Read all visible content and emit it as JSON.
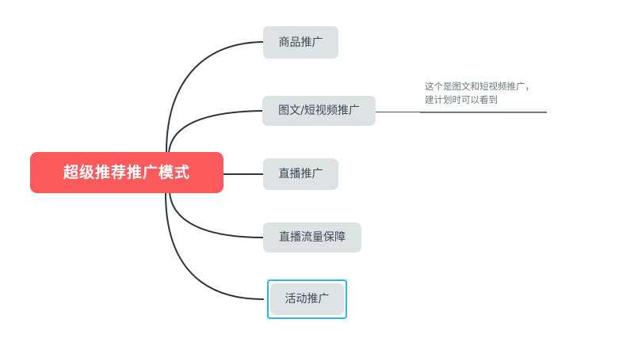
{
  "diagram": {
    "type": "mindmap",
    "title_node": {
      "label": "超级推荐推广模式",
      "color": "#fa5a5c",
      "text_color": "#ffffff"
    },
    "branch_style": {
      "node_fill": "#dde2e5",
      "node_text_color": "#3c4a53",
      "edge_color": "#2b3440",
      "selection_color": "#29b6f0"
    },
    "branches": [
      {
        "label": "商品推广",
        "selected": false
      },
      {
        "label": "图文/短视频推广",
        "selected": false
      },
      {
        "label": "直播推广",
        "selected": false
      },
      {
        "label": "直播流量保障",
        "selected": false
      },
      {
        "label": "活动推广",
        "selected": true
      }
    ],
    "annotation": {
      "line_1": "这个是图文和短视频推广，",
      "line_2": "建计划时可以看到",
      "attached_to": "图文/短视频推广"
    }
  }
}
